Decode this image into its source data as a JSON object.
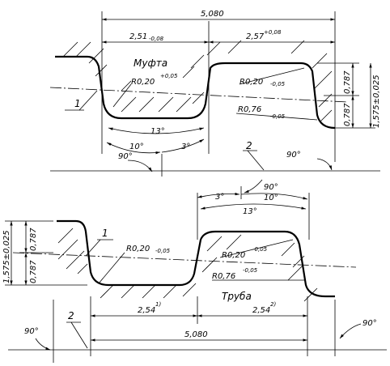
{
  "coupling": {
    "label": "Муфта",
    "total_pitch": "5,080",
    "left_width": "2,51",
    "left_width_tol": "-0,08",
    "right_width": "2,57",
    "right_width_tol": "+0,08",
    "root_radius": "R0,20",
    "root_radius_tol": "+0,05",
    "crest_radius": "R0,20",
    "crest_radius_tol": "-0,05",
    "corner_radius": "R0,76",
    "corner_radius_tol": "-0,05",
    "angle_total": "13°",
    "angle_left": "10°",
    "angle_right": "3°",
    "half_height_upper": "0,787",
    "half_height_lower": "0,787",
    "total_height": "1,575±0,025",
    "pitch_line_marker": "1",
    "axis_marker": "2",
    "angle_90_left": "90°",
    "angle_90_right": "90°"
  },
  "pipe": {
    "label": "Труба",
    "total_pitch": "5,080",
    "left_width": "2,54",
    "left_width_note": "1)",
    "right_width": "2,54",
    "right_width_note": "2)",
    "root_radius": "R0,20",
    "root_radius_tol": "-0,05",
    "crest_radius": "R0,20",
    "crest_radius_tol": "-0,05",
    "corner_radius": "R0,76",
    "corner_radius_tol": "-0,05",
    "angle_total": "13°",
    "angle_left": "3°",
    "angle_right": "10°",
    "angle_90_top": "90°",
    "half_height_upper": "0,787",
    "half_height_lower": "0,787",
    "total_height": "1,575±0,025",
    "pitch_line_marker": "1",
    "axis_marker": "2",
    "angle_90_left": "90°",
    "angle_90_right": "90°"
  }
}
